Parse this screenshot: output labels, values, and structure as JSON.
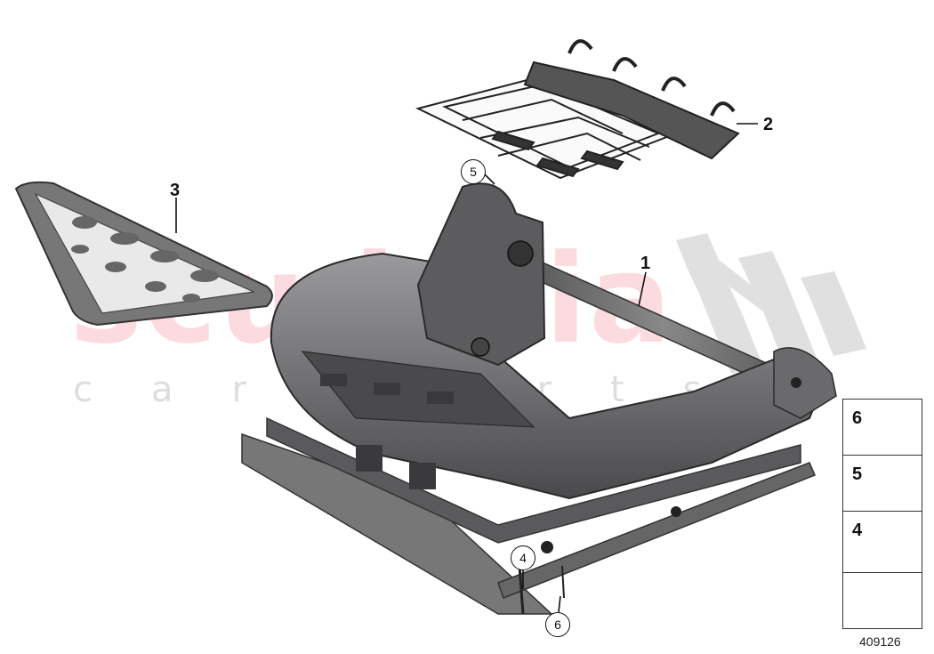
{
  "watermark": {
    "main": "scuderia",
    "sub": "car parts"
  },
  "callouts": {
    "c1": "1",
    "c2": "2",
    "c3": "3",
    "c4": "4",
    "c5": "5",
    "c6": "6"
  },
  "legend": {
    "items": [
      {
        "number": "6",
        "icon": "clip-icon"
      },
      {
        "number": "5",
        "icon": "hex-nut-icon"
      },
      {
        "number": "4",
        "icon": "screw-icon"
      }
    ],
    "arrow_icon": "direction-arrow-icon"
  },
  "diagram_id": "409126",
  "colors": {
    "part_fill": "#6a6a6c",
    "part_dark": "#3a3a3c",
    "part_light": "#a9a9ab",
    "watermark_red": "#eb5a6e",
    "checker": "#cfcfcf"
  }
}
